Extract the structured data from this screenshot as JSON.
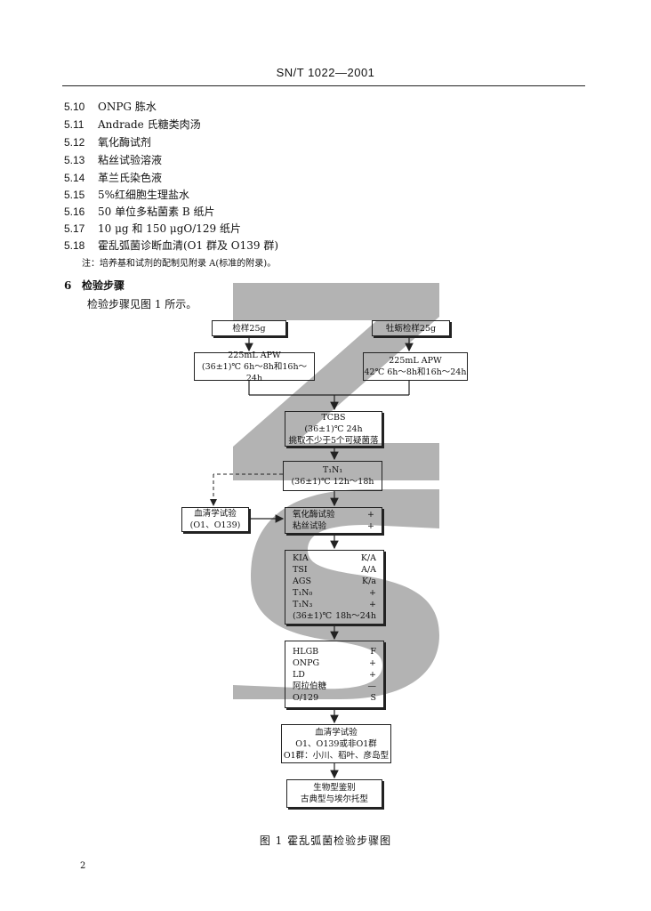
{
  "header": {
    "standard_no": "SN/T 1022—2001"
  },
  "reagents": [
    {
      "num": "5.10",
      "label": "ONPG 胨水"
    },
    {
      "num": "5.11",
      "label": "Andrade 氏糖类肉汤"
    },
    {
      "num": "5.12",
      "label": "氧化酶试剂"
    },
    {
      "num": "5.13",
      "label": "粘丝试验溶液"
    },
    {
      "num": "5.14",
      "label": "革兰氏染色液"
    },
    {
      "num": "5.15",
      "label": "5%红细胞生理盐水"
    },
    {
      "num": "5.16",
      "label": "50 单位多粘菌素 B 纸片"
    },
    {
      "num": "5.17",
      "label": "10 μg 和 150 μgO/129 纸片"
    },
    {
      "num": "5.18",
      "label": "霍乱弧菌诊断血清(O1 群及 O139 群)"
    }
  ],
  "note": "注：培养基和试剂的配制见附录 A(标准的附录)。",
  "section": {
    "num": "6",
    "title": "检验步骤"
  },
  "intro": "检验步骤见图 1 所示。",
  "flow": {
    "sample_left": "检样25g",
    "sample_right": "牡蛎检样25g",
    "apw_left": {
      "line1": "225mL APW",
      "line2": "(36±1)℃ 6h～8h和16h～24h"
    },
    "apw_right": {
      "line1": "225mL APW",
      "line2": "42℃ 6h～8h和16h～24h"
    },
    "tcbs": {
      "line1": "TCBS",
      "line2": "(36±1)℃ 24h",
      "line3": "挑取不少于5个可疑菌落"
    },
    "t1n1": {
      "line1": "T₁N₁",
      "line2": "(36±1)℃ 12h～18h"
    },
    "serology_side": {
      "line1": "血清学试验",
      "line2": "(O1、O139)"
    },
    "oxidase": [
      {
        "name": "氧化酶试验",
        "result": "+"
      },
      {
        "name": "粘丝试验",
        "result": "+"
      }
    ],
    "kia_group": [
      {
        "name": "KIA",
        "result": "K/A"
      },
      {
        "name": "TSI",
        "result": "A/A"
      },
      {
        "name": "AGS",
        "result": "K/a"
      },
      {
        "name": "T₁N₀",
        "result": "+"
      },
      {
        "name": "T₁N₃",
        "result": "+"
      },
      {
        "name": "(36±1)℃",
        "result": "18h～24h"
      }
    ],
    "hlgb_group": [
      {
        "name": "HLGB",
        "result": "F"
      },
      {
        "name": "ONPG",
        "result": "+"
      },
      {
        "name": "LD",
        "result": "+"
      },
      {
        "name": "阿拉伯糖",
        "result": "—"
      },
      {
        "name": "O/129",
        "result": "S"
      }
    ],
    "serology_main": {
      "line1": "血清学试验",
      "line2": "O1、O139或非O1群",
      "line3": "O1群：小川、稻叶、彦岛型"
    },
    "biotype": {
      "line1": "生物型鉴别",
      "line2": "古典型与埃尔托型"
    }
  },
  "caption": "图 1  霍乱弧菌检验步骤图",
  "page_number": "2"
}
